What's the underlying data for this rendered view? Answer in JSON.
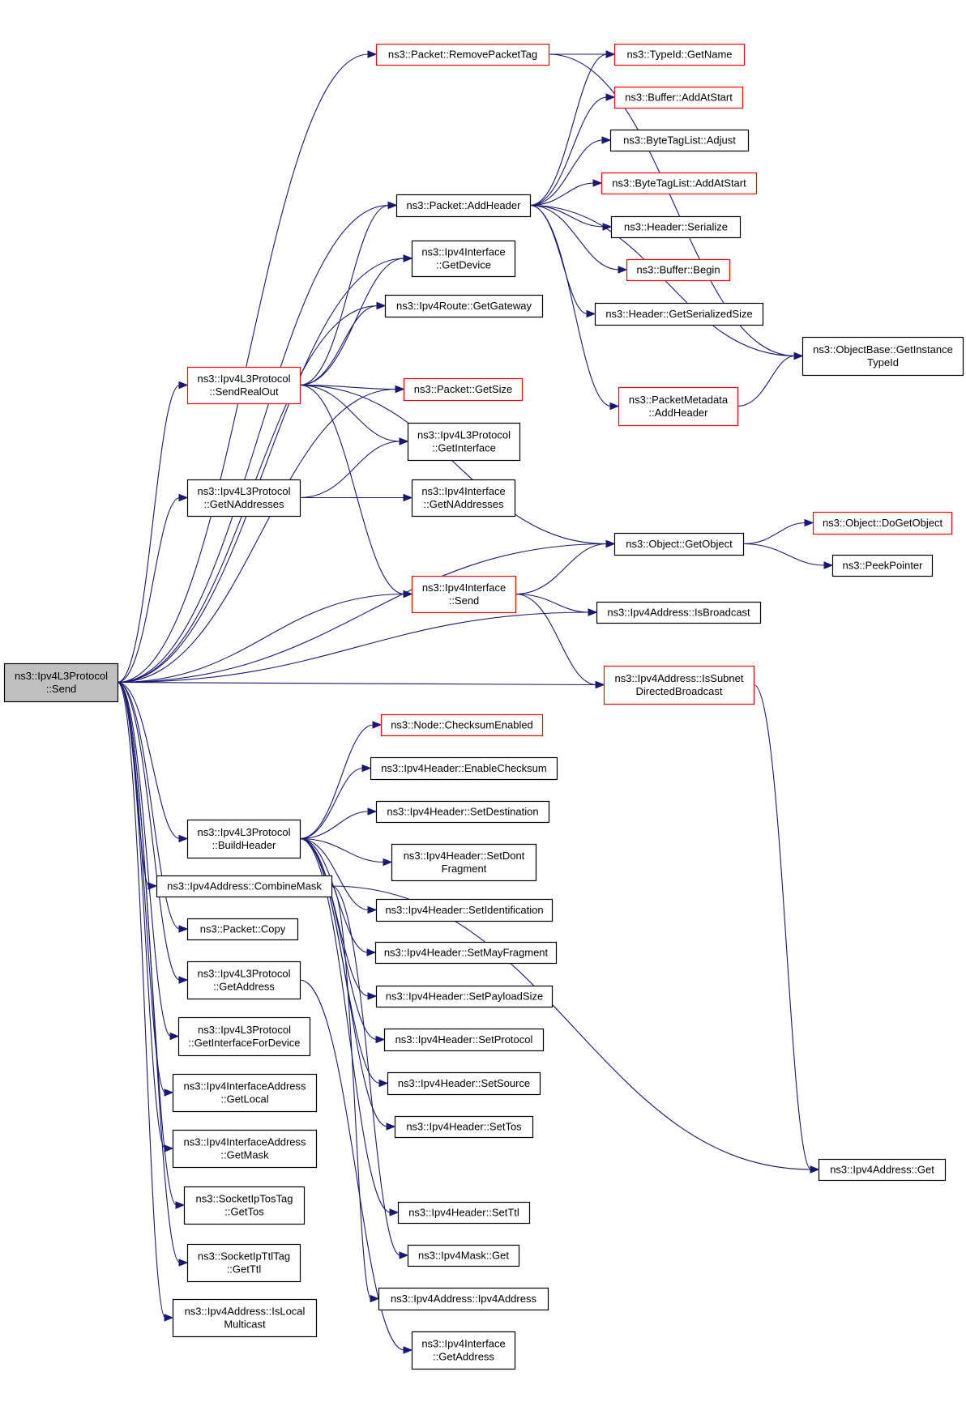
{
  "colors": {
    "edge": "#191970",
    "border_black": "#000000",
    "border_red": "#ff0000",
    "root_fill": "#bfbfbf",
    "node_fill": "#ffffff"
  },
  "nodes": [
    {
      "id": "root",
      "lines": [
        "ns3::Ipv4L3Protocol",
        "::Send"
      ],
      "style": "root"
    },
    {
      "id": "removePacketTag",
      "lines": [
        "ns3::Packet::RemovePacketTag"
      ],
      "style": "red"
    },
    {
      "id": "typeIdGetName",
      "lines": [
        "ns3::TypeId::GetName"
      ],
      "style": "red"
    },
    {
      "id": "bufferAddAtStart",
      "lines": [
        "ns3::Buffer::AddAtStart"
      ],
      "style": "red"
    },
    {
      "id": "byteTagAdjust",
      "lines": [
        "ns3::ByteTagList::Adjust"
      ],
      "style": "black"
    },
    {
      "id": "byteTagAddAtStart",
      "lines": [
        "ns3::ByteTagList::AddAtStart"
      ],
      "style": "red"
    },
    {
      "id": "packetAddHeader",
      "lines": [
        "ns3::Packet::AddHeader"
      ],
      "style": "black"
    },
    {
      "id": "headerSerialize",
      "lines": [
        "ns3::Header::Serialize"
      ],
      "style": "black"
    },
    {
      "id": "ifGetDevice",
      "lines": [
        "ns3::Ipv4Interface",
        "::GetDevice"
      ],
      "style": "black"
    },
    {
      "id": "bufferBegin",
      "lines": [
        "ns3::Buffer::Begin"
      ],
      "style": "red"
    },
    {
      "id": "routeGetGateway",
      "lines": [
        "ns3::Ipv4Route::GetGateway"
      ],
      "style": "black"
    },
    {
      "id": "headerGetSerializedSize",
      "lines": [
        "ns3::Header::GetSerializedSize"
      ],
      "style": "black"
    },
    {
      "id": "objectBaseGetInstanceTypeId",
      "lines": [
        "ns3::ObjectBase::GetInstance",
        "TypeId"
      ],
      "style": "black"
    },
    {
      "id": "sendRealOut",
      "lines": [
        "ns3::Ipv4L3Protocol",
        "::SendRealOut"
      ],
      "style": "red"
    },
    {
      "id": "packetGetSize",
      "lines": [
        "ns3::Packet::GetSize"
      ],
      "style": "red"
    },
    {
      "id": "metadataAddHeader",
      "lines": [
        "ns3::PacketMetadata",
        "::AddHeader"
      ],
      "style": "red"
    },
    {
      "id": "l3GetInterface",
      "lines": [
        "ns3::Ipv4L3Protocol",
        "::GetInterface"
      ],
      "style": "black"
    },
    {
      "id": "l3GetNAddresses",
      "lines": [
        "ns3::Ipv4L3Protocol",
        "::GetNAddresses"
      ],
      "style": "black"
    },
    {
      "id": "ifGetNAddresses",
      "lines": [
        "ns3::Ipv4Interface",
        "::GetNAddresses"
      ],
      "style": "black"
    },
    {
      "id": "objectDoGetObject",
      "lines": [
        "ns3::Object::DoGetObject"
      ],
      "style": "red"
    },
    {
      "id": "objectGetObject",
      "lines": [
        "ns3::Object::GetObject"
      ],
      "style": "black"
    },
    {
      "id": "peekPointer",
      "lines": [
        "ns3::PeekPointer"
      ],
      "style": "black"
    },
    {
      "id": "ifSend",
      "lines": [
        "ns3::Ipv4Interface",
        "::Send"
      ],
      "style": "red"
    },
    {
      "id": "addrIsBroadcast",
      "lines": [
        "ns3::Ipv4Address::IsBroadcast"
      ],
      "style": "black"
    },
    {
      "id": "addrIsSubnetDirectedBroadcast",
      "lines": [
        "ns3::Ipv4Address::IsSubnet",
        "DirectedBroadcast"
      ],
      "style": "red"
    },
    {
      "id": "nodeChecksumEnabled",
      "lines": [
        "ns3::Node::ChecksumEnabled"
      ],
      "style": "red"
    },
    {
      "id": "hdrEnableChecksum",
      "lines": [
        "ns3::Ipv4Header::EnableChecksum"
      ],
      "style": "black"
    },
    {
      "id": "hdrSetDestination",
      "lines": [
        "ns3::Ipv4Header::SetDestination"
      ],
      "style": "black"
    },
    {
      "id": "buildHeader",
      "lines": [
        "ns3::Ipv4L3Protocol",
        "::BuildHeader"
      ],
      "style": "black"
    },
    {
      "id": "hdrSetDontFragment",
      "lines": [
        "ns3::Ipv4Header::SetDont",
        "Fragment"
      ],
      "style": "black"
    },
    {
      "id": "addrCombineMask",
      "lines": [
        "ns3::Ipv4Address::CombineMask"
      ],
      "style": "black"
    },
    {
      "id": "hdrSetIdentification",
      "lines": [
        "ns3::Ipv4Header::SetIdentification"
      ],
      "style": "black"
    },
    {
      "id": "packetCopy",
      "lines": [
        "ns3::Packet::Copy"
      ],
      "style": "black"
    },
    {
      "id": "hdrSetMayFragment",
      "lines": [
        "ns3::Ipv4Header::SetMayFragment"
      ],
      "style": "black"
    },
    {
      "id": "l3GetAddress",
      "lines": [
        "ns3::Ipv4L3Protocol",
        "::GetAddress"
      ],
      "style": "black"
    },
    {
      "id": "hdrSetPayloadSize",
      "lines": [
        "ns3::Ipv4Header::SetPayloadSize"
      ],
      "style": "black"
    },
    {
      "id": "l3GetInterfaceForDevice",
      "lines": [
        "ns3::Ipv4L3Protocol",
        "::GetInterfaceForDevice"
      ],
      "style": "black"
    },
    {
      "id": "hdrSetProtocol",
      "lines": [
        "ns3::Ipv4Header::SetProtocol"
      ],
      "style": "black"
    },
    {
      "id": "ifAddrGetLocal",
      "lines": [
        "ns3::Ipv4InterfaceAddress",
        "::GetLocal"
      ],
      "style": "black"
    },
    {
      "id": "hdrSetSource",
      "lines": [
        "ns3::Ipv4Header::SetSource"
      ],
      "style": "black"
    },
    {
      "id": "hdrSetTos",
      "lines": [
        "ns3::Ipv4Header::SetTos"
      ],
      "style": "black"
    },
    {
      "id": "ifAddrGetMask",
      "lines": [
        "ns3::Ipv4InterfaceAddress",
        "::GetMask"
      ],
      "style": "black"
    },
    {
      "id": "addrGet",
      "lines": [
        "ns3::Ipv4Address::Get"
      ],
      "style": "black"
    },
    {
      "id": "tosTagGetTos",
      "lines": [
        "ns3::SocketIpTosTag",
        "::GetTos"
      ],
      "style": "black"
    },
    {
      "id": "hdrSetTtl",
      "lines": [
        "ns3::Ipv4Header::SetTtl"
      ],
      "style": "black"
    },
    {
      "id": "ttlTagGetTtl",
      "lines": [
        "ns3::SocketIpTtlTag",
        "::GetTtl"
      ],
      "style": "black"
    },
    {
      "id": "maskGet",
      "lines": [
        "ns3::Ipv4Mask::Get"
      ],
      "style": "black"
    },
    {
      "id": "addrCtor",
      "lines": [
        "ns3::Ipv4Address::Ipv4Address"
      ],
      "style": "black"
    },
    {
      "id": "addrIsLocalMulticast",
      "lines": [
        "ns3::Ipv4Address::IsLocal",
        "Multicast"
      ],
      "style": "black"
    },
    {
      "id": "ifGetAddress",
      "lines": [
        "ns3::Ipv4Interface",
        "::GetAddress"
      ],
      "style": "black"
    }
  ],
  "edges": [
    [
      "root",
      "removePacketTag"
    ],
    [
      "root",
      "packetAddHeader"
    ],
    [
      "root",
      "ifGetDevice"
    ],
    [
      "root",
      "routeGetGateway"
    ],
    [
      "root",
      "sendRealOut"
    ],
    [
      "root",
      "packetGetSize"
    ],
    [
      "root",
      "l3GetNAddresses"
    ],
    [
      "root",
      "objectGetObject"
    ],
    [
      "root",
      "ifSend"
    ],
    [
      "root",
      "addrIsBroadcast"
    ],
    [
      "root",
      "addrIsSubnetDirectedBroadcast"
    ],
    [
      "root",
      "buildHeader"
    ],
    [
      "root",
      "addrCombineMask"
    ],
    [
      "root",
      "packetCopy"
    ],
    [
      "root",
      "l3GetAddress"
    ],
    [
      "root",
      "l3GetInterfaceForDevice"
    ],
    [
      "root",
      "ifAddrGetLocal"
    ],
    [
      "root",
      "ifAddrGetMask"
    ],
    [
      "root",
      "tosTagGetTos"
    ],
    [
      "root",
      "ttlTagGetTtl"
    ],
    [
      "root",
      "addrIsLocalMulticast"
    ],
    [
      "removePacketTag",
      "typeIdGetName"
    ],
    [
      "removePacketTag",
      "objectBaseGetInstanceTypeId"
    ],
    [
      "packetAddHeader",
      "typeIdGetName"
    ],
    [
      "packetAddHeader",
      "bufferAddAtStart"
    ],
    [
      "packetAddHeader",
      "byteTagAdjust"
    ],
    [
      "packetAddHeader",
      "byteTagAddAtStart"
    ],
    [
      "packetAddHeader",
      "headerSerialize"
    ],
    [
      "packetAddHeader",
      "bufferBegin"
    ],
    [
      "packetAddHeader",
      "headerGetSerializedSize"
    ],
    [
      "packetAddHeader",
      "objectBaseGetInstanceTypeId"
    ],
    [
      "packetAddHeader",
      "metadataAddHeader"
    ],
    [
      "metadataAddHeader",
      "objectBaseGetInstanceTypeId"
    ],
    [
      "sendRealOut",
      "packetAddHeader"
    ],
    [
      "sendRealOut",
      "ifGetDevice"
    ],
    [
      "sendRealOut",
      "routeGetGateway"
    ],
    [
      "sendRealOut",
      "objectGetObject"
    ],
    [
      "sendRealOut",
      "packetGetSize"
    ],
    [
      "sendRealOut",
      "l3GetInterface"
    ],
    [
      "sendRealOut",
      "ifSend"
    ],
    [
      "l3GetNAddresses",
      "l3GetInterface"
    ],
    [
      "l3GetNAddresses",
      "ifGetNAddresses"
    ],
    [
      "objectGetObject",
      "objectDoGetObject"
    ],
    [
      "objectGetObject",
      "peekPointer"
    ],
    [
      "ifSend",
      "objectGetObject"
    ],
    [
      "ifSend",
      "addrIsBroadcast"
    ],
    [
      "ifSend",
      "addrIsSubnetDirectedBroadcast"
    ],
    [
      "addrIsSubnetDirectedBroadcast",
      "addrGet"
    ],
    [
      "buildHeader",
      "nodeChecksumEnabled"
    ],
    [
      "buildHeader",
      "hdrEnableChecksum"
    ],
    [
      "buildHeader",
      "hdrSetDestination"
    ],
    [
      "buildHeader",
      "hdrSetDontFragment"
    ],
    [
      "buildHeader",
      "hdrSetIdentification"
    ],
    [
      "buildHeader",
      "hdrSetMayFragment"
    ],
    [
      "buildHeader",
      "hdrSetPayloadSize"
    ],
    [
      "buildHeader",
      "hdrSetProtocol"
    ],
    [
      "buildHeader",
      "hdrSetSource"
    ],
    [
      "buildHeader",
      "hdrSetTos"
    ],
    [
      "buildHeader",
      "hdrSetTtl"
    ],
    [
      "addrCombineMask",
      "addrCtor"
    ],
    [
      "addrCombineMask",
      "addrGet"
    ],
    [
      "addrCombineMask",
      "maskGet"
    ],
    [
      "l3GetAddress",
      "ifGetAddress"
    ]
  ]
}
